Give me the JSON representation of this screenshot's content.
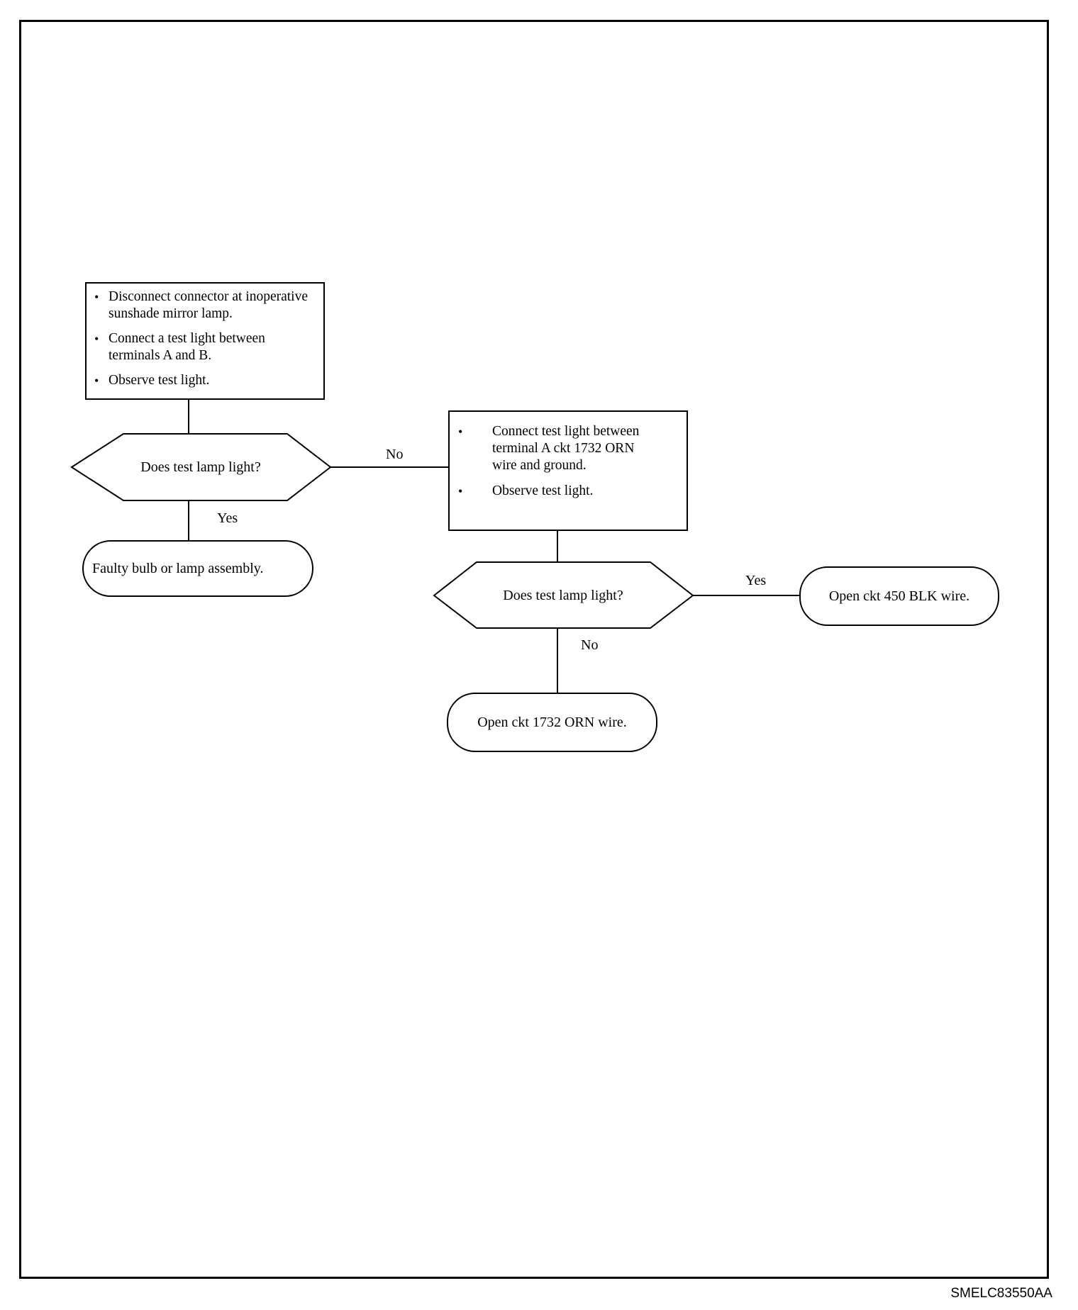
{
  "diagram": {
    "step1": {
      "items": [
        "Disconnect connector at inoperative sunshade mirror lamp.",
        "Connect a test light between terminals A and B.",
        "Observe test light."
      ]
    },
    "decision1": {
      "text": "Does test lamp light?"
    },
    "decision1_no_label": "No",
    "decision1_yes_label": "Yes",
    "result1": {
      "text": "Faulty bulb or lamp assembly."
    },
    "step2": {
      "items": [
        "Connect test light between terminal A ckt 1732 ORN wire and ground.",
        "Observe test light."
      ]
    },
    "decision2": {
      "text": "Does test lamp light?"
    },
    "decision2_yes_label": "Yes",
    "decision2_no_label": "No",
    "result2": {
      "text": "Open ckt 450 BLK wire."
    },
    "result3": {
      "text": "Open ckt 1732 ORN wire."
    }
  },
  "figure_code": "SMELC83550AA"
}
